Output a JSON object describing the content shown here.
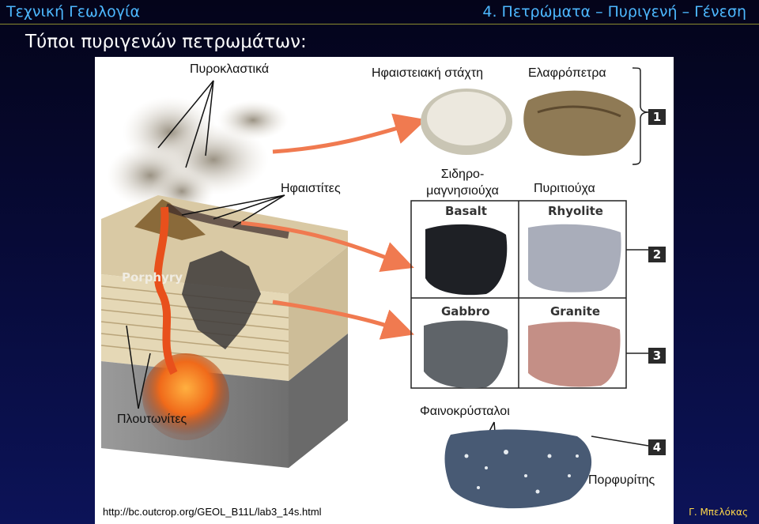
{
  "header": {
    "left": "Τεχνική Γεωλογία",
    "right": "4. Πετρώματα – Πυριγενή – Γένεση"
  },
  "title": "Τύποι πυριγενών πετρωμάτων:",
  "labels": {
    "pyroclastic": "Πυροκλαστικά",
    "volcanic_ash": "Ηφαιστειακή στάχτη",
    "pumice": "Ελαφρόπετρα",
    "volcanic": "Ηφαιστίτες",
    "mafic": "Σιδηρο-\nμαγνησιούχα",
    "felsic": "Πυριτιούχα",
    "plutonic": "Πλουτωνίτες",
    "phenocrysts": "Φαινοκρύσταλοι",
    "porphyritic": "Πορφυρίτης",
    "porphyry": "Porphyry"
  },
  "rocks": {
    "basalt": "Basalt",
    "rhyolite": "Rhyolite",
    "gabbro": "Gabbro",
    "granite": "Granite"
  },
  "numbers": [
    "1",
    "2",
    "3",
    "4"
  ],
  "footer": {
    "reference": "http://bc.outcrop.org/GEOL_B11L/lab3_14s.html",
    "author": "Γ. Μπελόκας"
  },
  "colors": {
    "header_text": "#4db8ff",
    "arrow": "#f07a50",
    "magma": "#e8501c",
    "author": "#ffd84a"
  }
}
